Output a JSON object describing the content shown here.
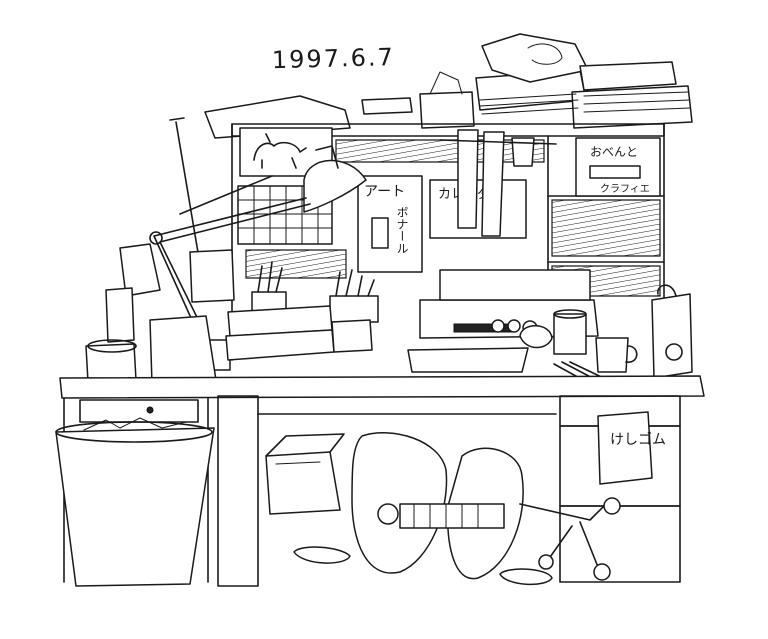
{
  "drawing": {
    "date": "1997.6.7",
    "labels": {
      "art": "アート",
      "bonal": "ボナール",
      "calendar": "カレンダ",
      "obento": "おべんと",
      "clay": "クラフィエ",
      "eraser": "けしゴム"
    }
  }
}
